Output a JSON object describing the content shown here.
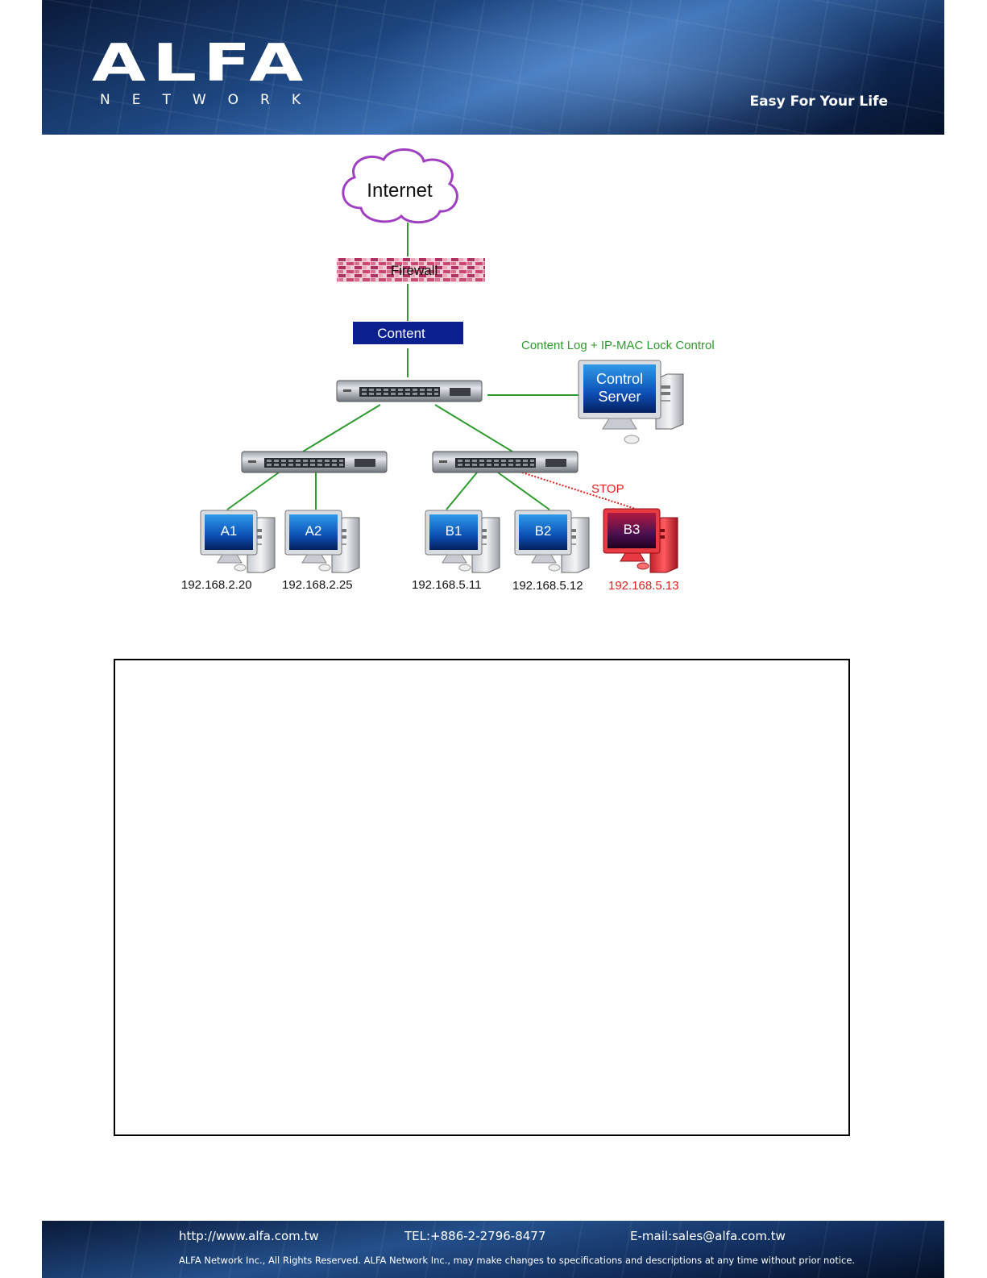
{
  "header": {
    "brand": "ALFA",
    "brand_sub": "NETWORK",
    "tagline": "Easy For Your Life"
  },
  "diagram": {
    "internet": "Internet",
    "firewall": "Firewall",
    "content": "Content",
    "control_label": "Content Log + IP-MAC Lock Control",
    "control_server_line1": "Control",
    "control_server_line2": "Server",
    "stop": "STOP",
    "hosts": [
      {
        "name": "A1",
        "ip": "192.168.2.20"
      },
      {
        "name": "A2",
        "ip": "192.168.2.25"
      },
      {
        "name": "B1",
        "ip": "192.168.5.11"
      },
      {
        "name": "B2",
        "ip": "192.168.5.12"
      },
      {
        "name": "B3",
        "ip": "192.168.5.13"
      }
    ],
    "colors": {
      "link": "#2e9a2e",
      "blocked": "#e02020",
      "content_box": "#0b1f8f",
      "cloud_stroke": "#a040c0"
    }
  },
  "footer": {
    "url": "http://www.alfa.com.tw",
    "tel": "TEL:+886-2-2796-8477",
    "email": "E-mail:sales@alfa.com.tw",
    "notice": "ALFA Network Inc., All Rights Reserved. ALFA Network Inc., may make changes to specifications and descriptions at any time without prior notice."
  }
}
